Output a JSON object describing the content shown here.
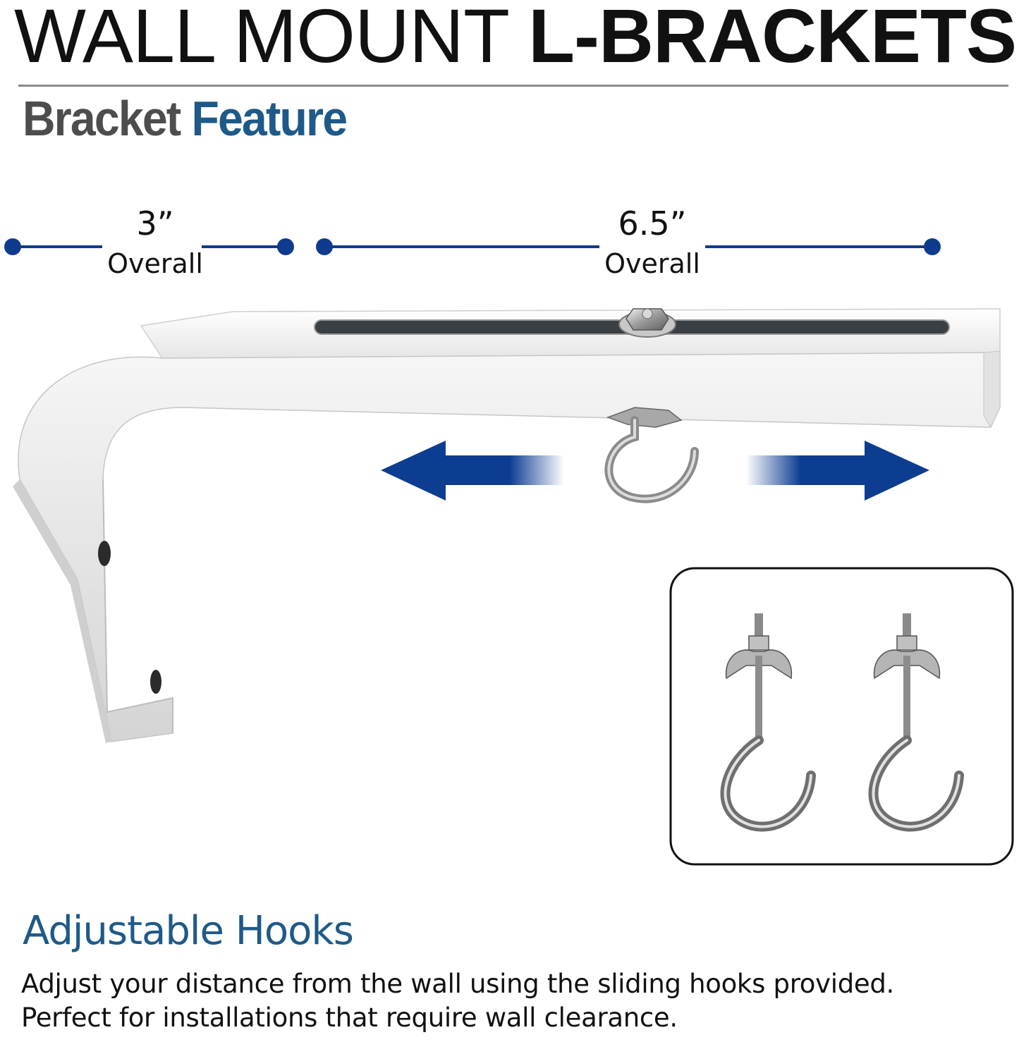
{
  "header": {
    "title_light": "WALL MOUNT ",
    "title_bold": "L-BRACKETS"
  },
  "subheader": {
    "part1": "Bracket ",
    "part2": "Feature"
  },
  "dimensions": {
    "short": {
      "value": "3”",
      "label": "Overall"
    },
    "long": {
      "value": "6.5”",
      "label": "Overall"
    }
  },
  "feature": {
    "title": "Adjustable Hooks",
    "lines": [
      "Adjust your distance from the wall using the sliding hooks provided.",
      "Perfect for installations that require wall clearance."
    ]
  },
  "colors": {
    "accent": "#1e5a89",
    "arrow_blue": "#0d3d91",
    "dimension_blue": "#0f3b8c"
  },
  "icons": [
    "left-arrow-icon",
    "right-arrow-icon",
    "hook-icon"
  ]
}
